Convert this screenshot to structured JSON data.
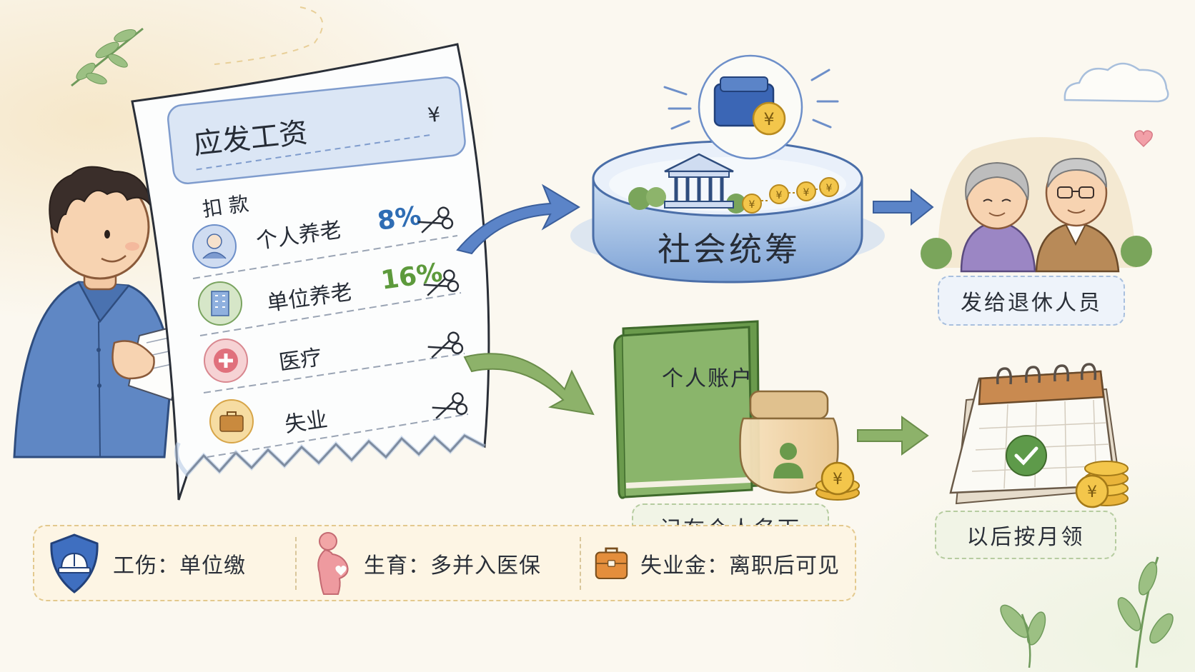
{
  "payslip": {
    "header": "应发工资",
    "currency_symbol": "¥",
    "deductions_title": "扣 款",
    "items": [
      {
        "label": "个人养老",
        "rate": "8%",
        "rate_color": "#2f6db4"
      },
      {
        "label": "单位养老",
        "rate": "16%",
        "rate_color": "#5d9a3c"
      },
      {
        "label": "医疗",
        "rate": ""
      },
      {
        "label": "失业",
        "rate": ""
      }
    ]
  },
  "pool": {
    "label": "社会统筹",
    "coin_symbol": "¥",
    "destination": "发给退休人员"
  },
  "account": {
    "book_label": "个人账户",
    "coin_symbol": "¥",
    "destination": "记在个人名下",
    "future": "以后按月领"
  },
  "notes": [
    {
      "icon": "shield-helmet-icon",
      "text": "工伤：单位缴"
    },
    {
      "icon": "pregnant-woman-icon",
      "text": "生育：多并入医保"
    },
    {
      "icon": "briefcase-icon",
      "text": "失业金：离职后可见"
    }
  ],
  "colors": {
    "blue": "#4a78c2",
    "green": "#7fa65a",
    "orange": "#e0913a",
    "pink": "#e58b95"
  }
}
